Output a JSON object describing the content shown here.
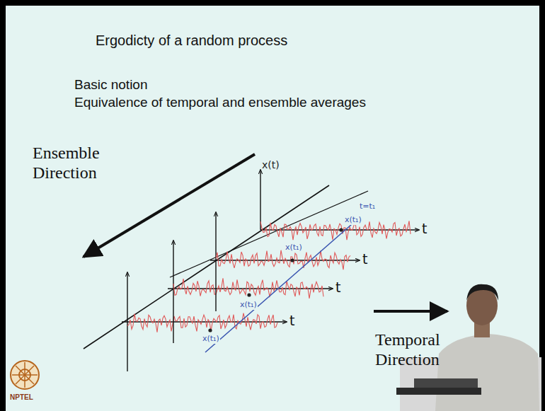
{
  "diagram": {
    "title": "Ergodicty of a random process",
    "labels": [
      "Basic notion",
      "Equivalence of temporal and ensemble averages",
      "Ensemble Direction",
      "x(t)",
      "t",
      "t",
      "t",
      "t",
      "t=t₁",
      "x(t₁)",
      "x(t₁)",
      "x(t₁)",
      "x(t₁)",
      "Temporal Direction",
      "NPTEL"
    ]
  }
}
